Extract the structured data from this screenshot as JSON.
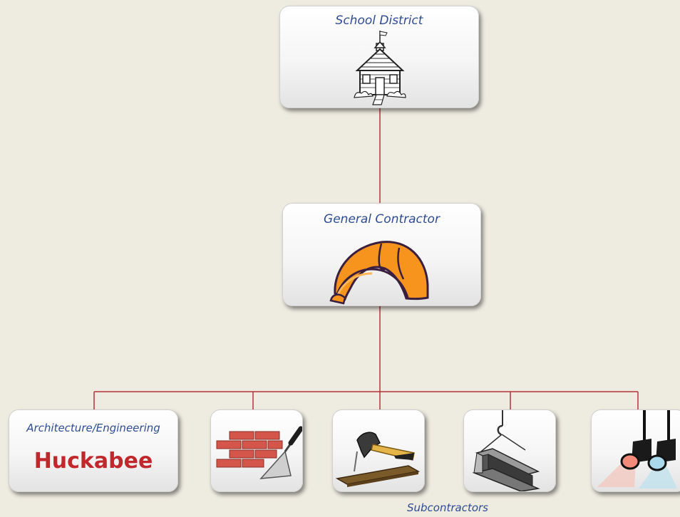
{
  "org_chart": {
    "owner": {
      "title": "School District",
      "icon": "schoolhouse-icon"
    },
    "contractor": {
      "title": "General Contractor",
      "icon": "hard-hat-icon"
    },
    "architect": {
      "title": "Architecture/Engineering",
      "brand": "Huckabee"
    },
    "subcontractors": {
      "caption": "Subcontractors",
      "trades": [
        {
          "icon": "brick-trowel-icon"
        },
        {
          "icon": "hammer-nail-icon"
        },
        {
          "icon": "steel-beam-icon"
        },
        {
          "icon": "stage-lights-icon"
        }
      ]
    }
  },
  "colors": {
    "background": "#eeebe0",
    "connector": "#b5333a",
    "title_text": "#2f4b93",
    "brand": "#c0282d",
    "hard_hat": "#f7941d"
  }
}
